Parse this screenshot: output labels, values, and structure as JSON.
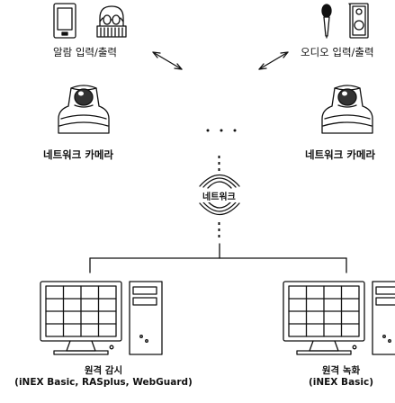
{
  "labels": {
    "alarm_io": "알람 입력/출력",
    "audio_io": "오디오 입력/출력",
    "camera_left": "네트워크 카메라",
    "camera_right": "네트워크 카메라",
    "network": "네트워크",
    "remote_monitor_title": "원격 감시",
    "remote_monitor_sub": "(iNEX Basic, RASplus, WebGuard)",
    "remote_record_title": "원격 녹화",
    "remote_record_sub": "(iNEX Basic)"
  },
  "colors": {
    "line": "#111111",
    "screen": "#ffffff"
  },
  "icons": {
    "alarm": [
      "tablet-icon",
      "siren-icon"
    ],
    "audio": [
      "microphone-icon",
      "speaker-icon"
    ],
    "camera": "dome-camera-icon",
    "network": "network-icon",
    "pc": "desktop-pc-icon"
  }
}
